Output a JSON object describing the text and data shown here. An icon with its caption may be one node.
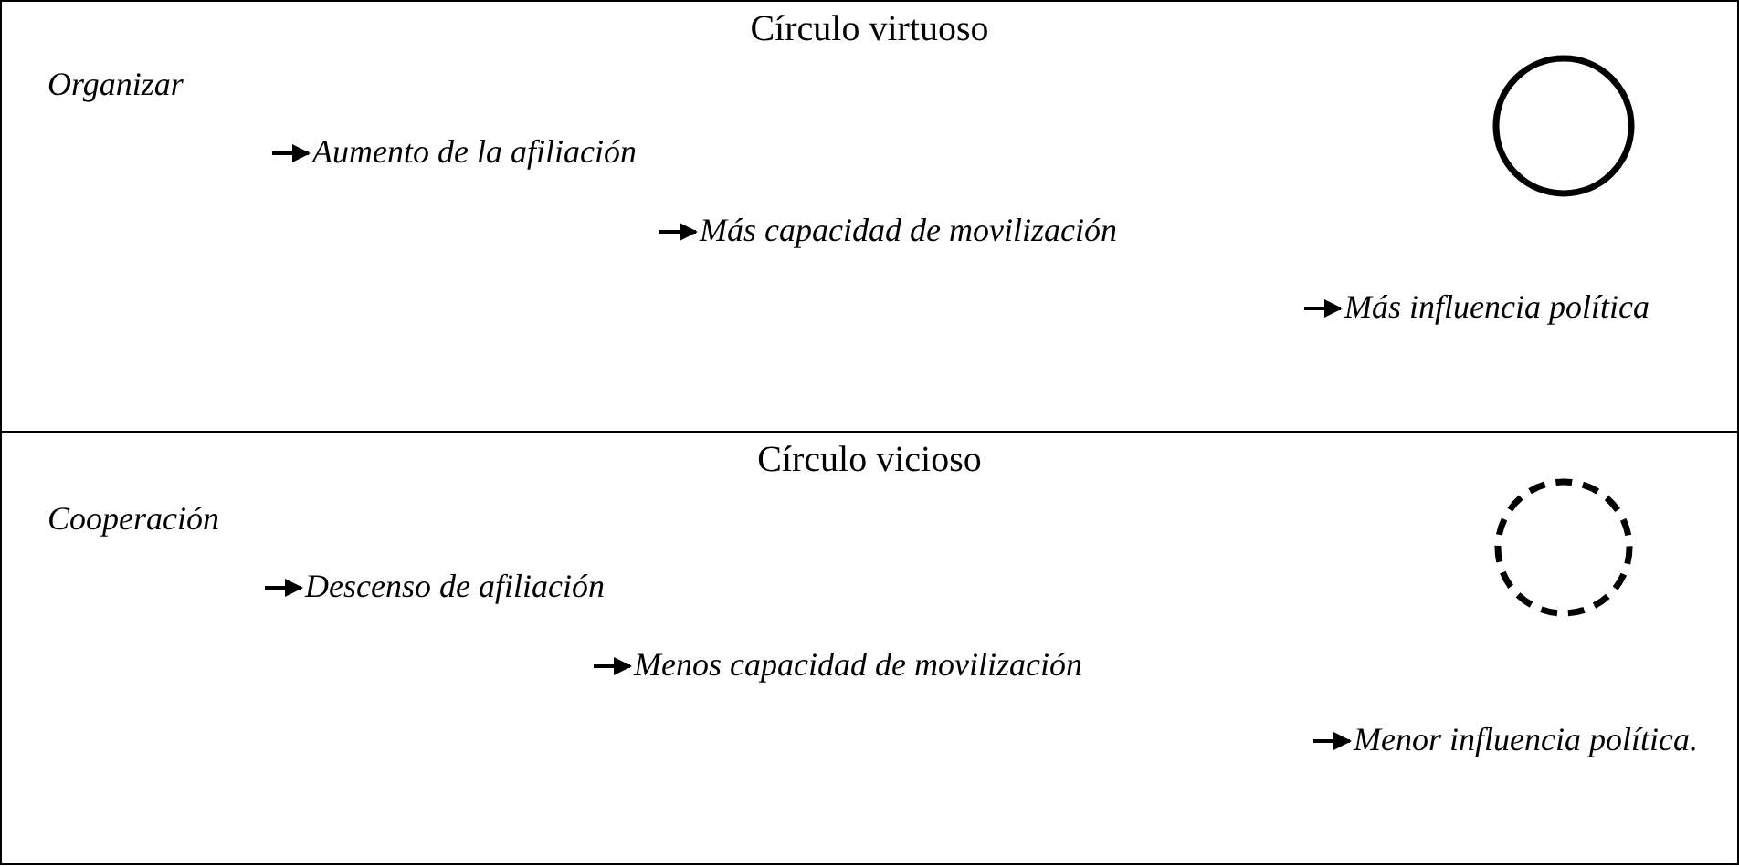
{
  "diagram": {
    "nodes": [
      {
        "text": [
          "Círculo virtuoso"
        ]
      },
      {
        "text": [
          "Organizar"
        ],
        "in": 0
      },
      {
        "text": [
          "Aumento de la afiliación"
        ],
        "in": 0
      },
      {
        "text": [
          "Más capacidad de movilización"
        ],
        "in": 0
      },
      {
        "text": [
          "Más influencia política"
        ],
        "in": 0
      },
      {
        "text": [],
        "shape": "circle",
        "in": 0
      },
      {
        "text": [
          "Círculo vicioso"
        ]
      },
      {
        "text": [
          "Cooperación"
        ],
        "in": 6
      },
      {
        "text": [
          "Descenso de afiliación"
        ],
        "in": 6
      },
      {
        "text": [
          "Menos capacidad de movilización"
        ],
        "in": 6
      },
      {
        "text": [
          "Menor influencia política."
        ],
        "in": 6
      },
      {
        "text": [],
        "shape": "circle",
        "in": 6
      }
    ],
    "edges": [
      {
        "from": null,
        "to": 2,
        "arrow": "to"
      },
      {
        "from": null,
        "to": 3,
        "arrow": "to"
      },
      {
        "from": null,
        "to": 4,
        "arrow": "to"
      },
      {
        "from": null,
        "to": 8,
        "arrow": "to"
      },
      {
        "from": null,
        "to": 9,
        "arrow": "to"
      },
      {
        "from": null,
        "to": 10,
        "arrow": "to"
      }
    ]
  }
}
